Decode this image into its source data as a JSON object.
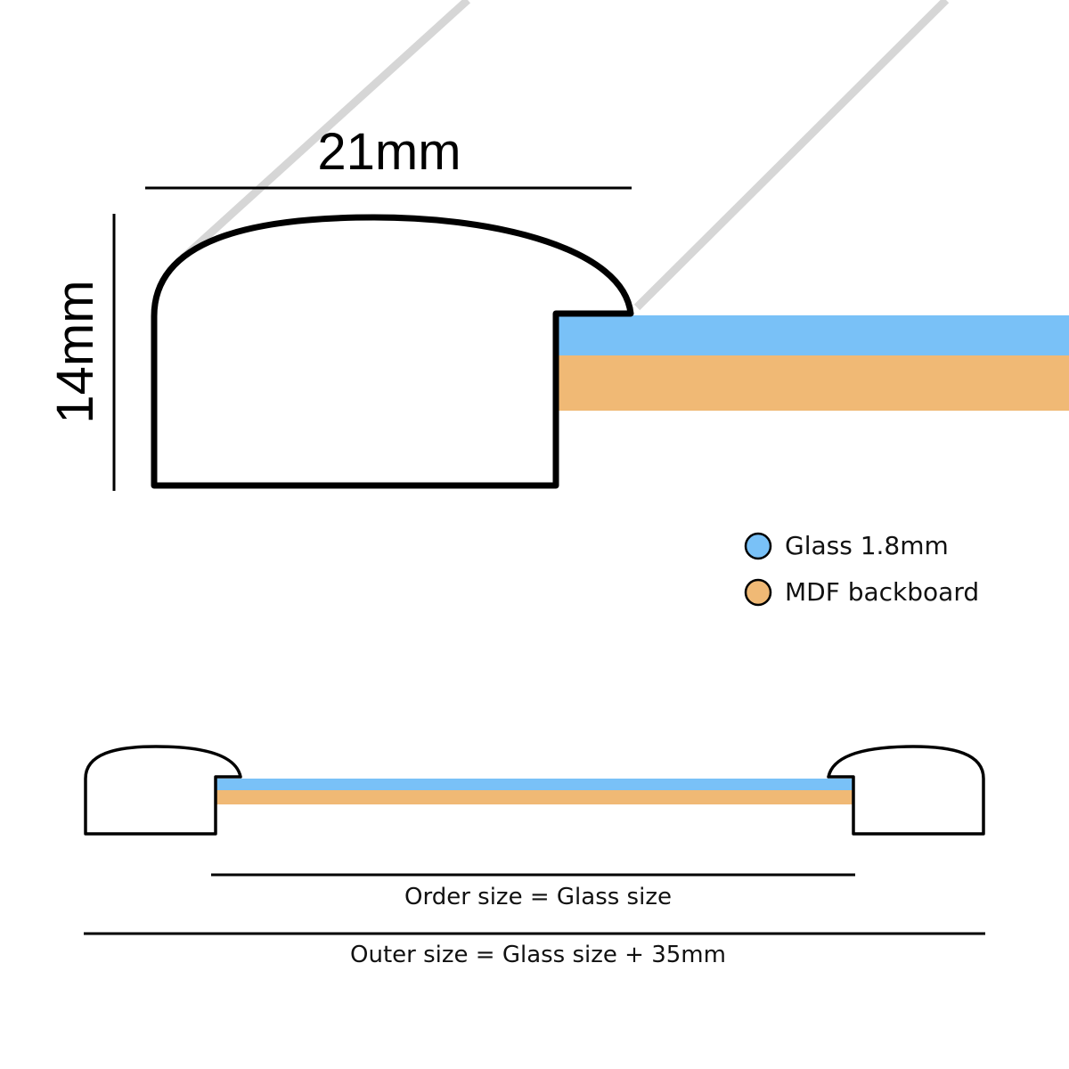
{
  "dimensions": {
    "width_label": "21mm",
    "height_label": "14mm"
  },
  "legend": [
    {
      "label": "Glass 1.8mm",
      "color": "#79c1f7"
    },
    {
      "label": "MDF backboard",
      "color": "#f0b975"
    }
  ],
  "captions": {
    "order_size": "Order size = Glass size",
    "outer_size": "Outer size = Glass size + 35mm"
  },
  "colors": {
    "glass": "#79c1f7",
    "mdf": "#f0b975",
    "outline": "#000000",
    "glare": "#d6d6d6"
  }
}
